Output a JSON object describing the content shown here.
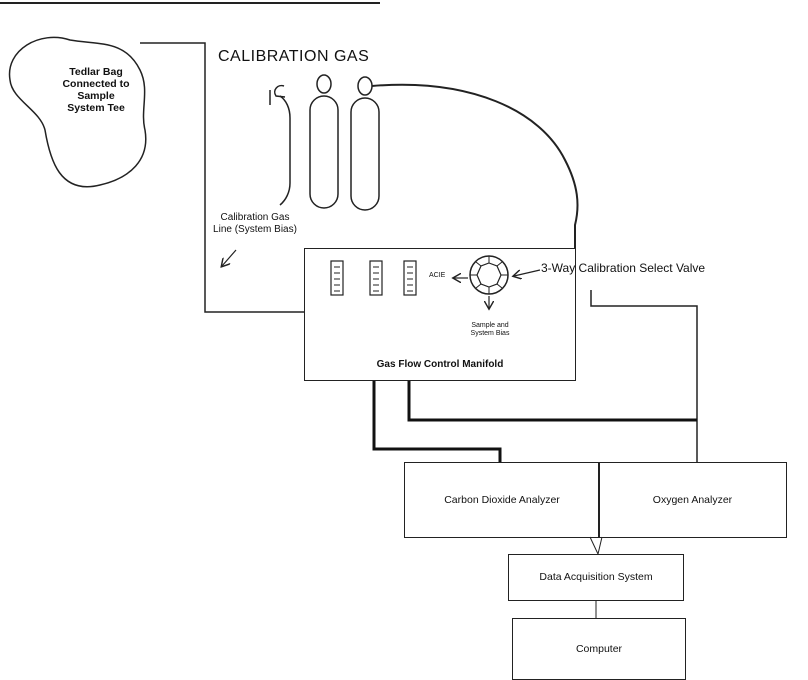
{
  "title": "CALIBRATION GAS",
  "tedlar_bag": "Tedlar Bag Connected to Sample System Tee",
  "cal_line": "Calibration Gas Line (System Bias)",
  "valve_label": "3-Way Calibration Select Valve",
  "acie": "ACIE",
  "sample_bias": "Sample and System Bias",
  "manifold": "Gas Flow Control Manifold",
  "co2_analyzer": "Carbon Dioxide Analyzer",
  "o2_analyzer": "Oxygen Analyzer",
  "das": "Data Acquisition System",
  "computer": "Computer"
}
